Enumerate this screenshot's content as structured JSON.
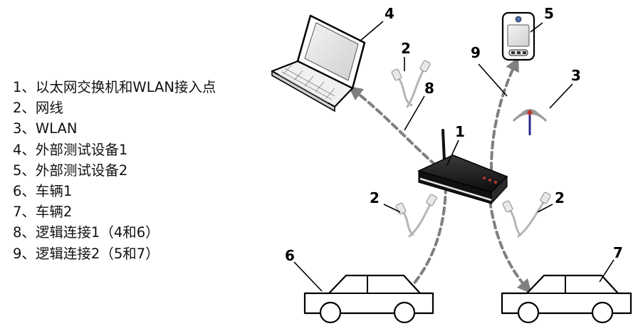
{
  "legend": [
    "1、以太网交换机和WLAN接入点",
    "2、网线",
    "3、WLAN",
    "4、外部测试设备1",
    "5、外部测试设备2",
    "6、车辆1",
    "7、车辆2",
    "8、逻辑连接1（4和6）",
    "9、逻辑连接2（5和7）"
  ],
  "callouts": {
    "switch": "1",
    "cable_top": "2",
    "cable_left": "2",
    "cable_right": "2",
    "wlan": "3",
    "laptop": "4",
    "phone": "5",
    "car1": "6",
    "car2": "7",
    "link1": "8",
    "link2": "9"
  },
  "colors": {
    "link_dash": "#7f7f7f",
    "wlan_signal": "#9a9a9a",
    "wlan_antenna": "#2a2a8a",
    "router_body": "#1c1c1c",
    "router_led": "#c0392b"
  }
}
